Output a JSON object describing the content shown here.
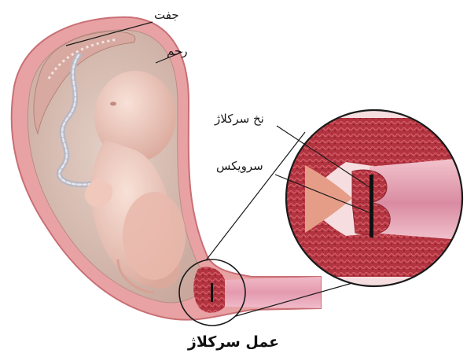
{
  "labels": {
    "placenta": "جفت",
    "uterus": "رحم",
    "cerclage_stitch": "نخ سرکلاژ",
    "cervix": "سرویکس"
  },
  "caption": "عمل سرکلاژ",
  "colors": {
    "uterus_wall": "#e8a2a4",
    "uterus_wall_dark": "#c96f75",
    "fetus_skin": "#eec9bd",
    "amniotic_fluid": "#d7c1b6",
    "cervix_tissue": "#b8323e",
    "vagina_canal": "#e5a0b2",
    "stitch": "#111111",
    "zoom_outline": "#1a1a1a"
  }
}
